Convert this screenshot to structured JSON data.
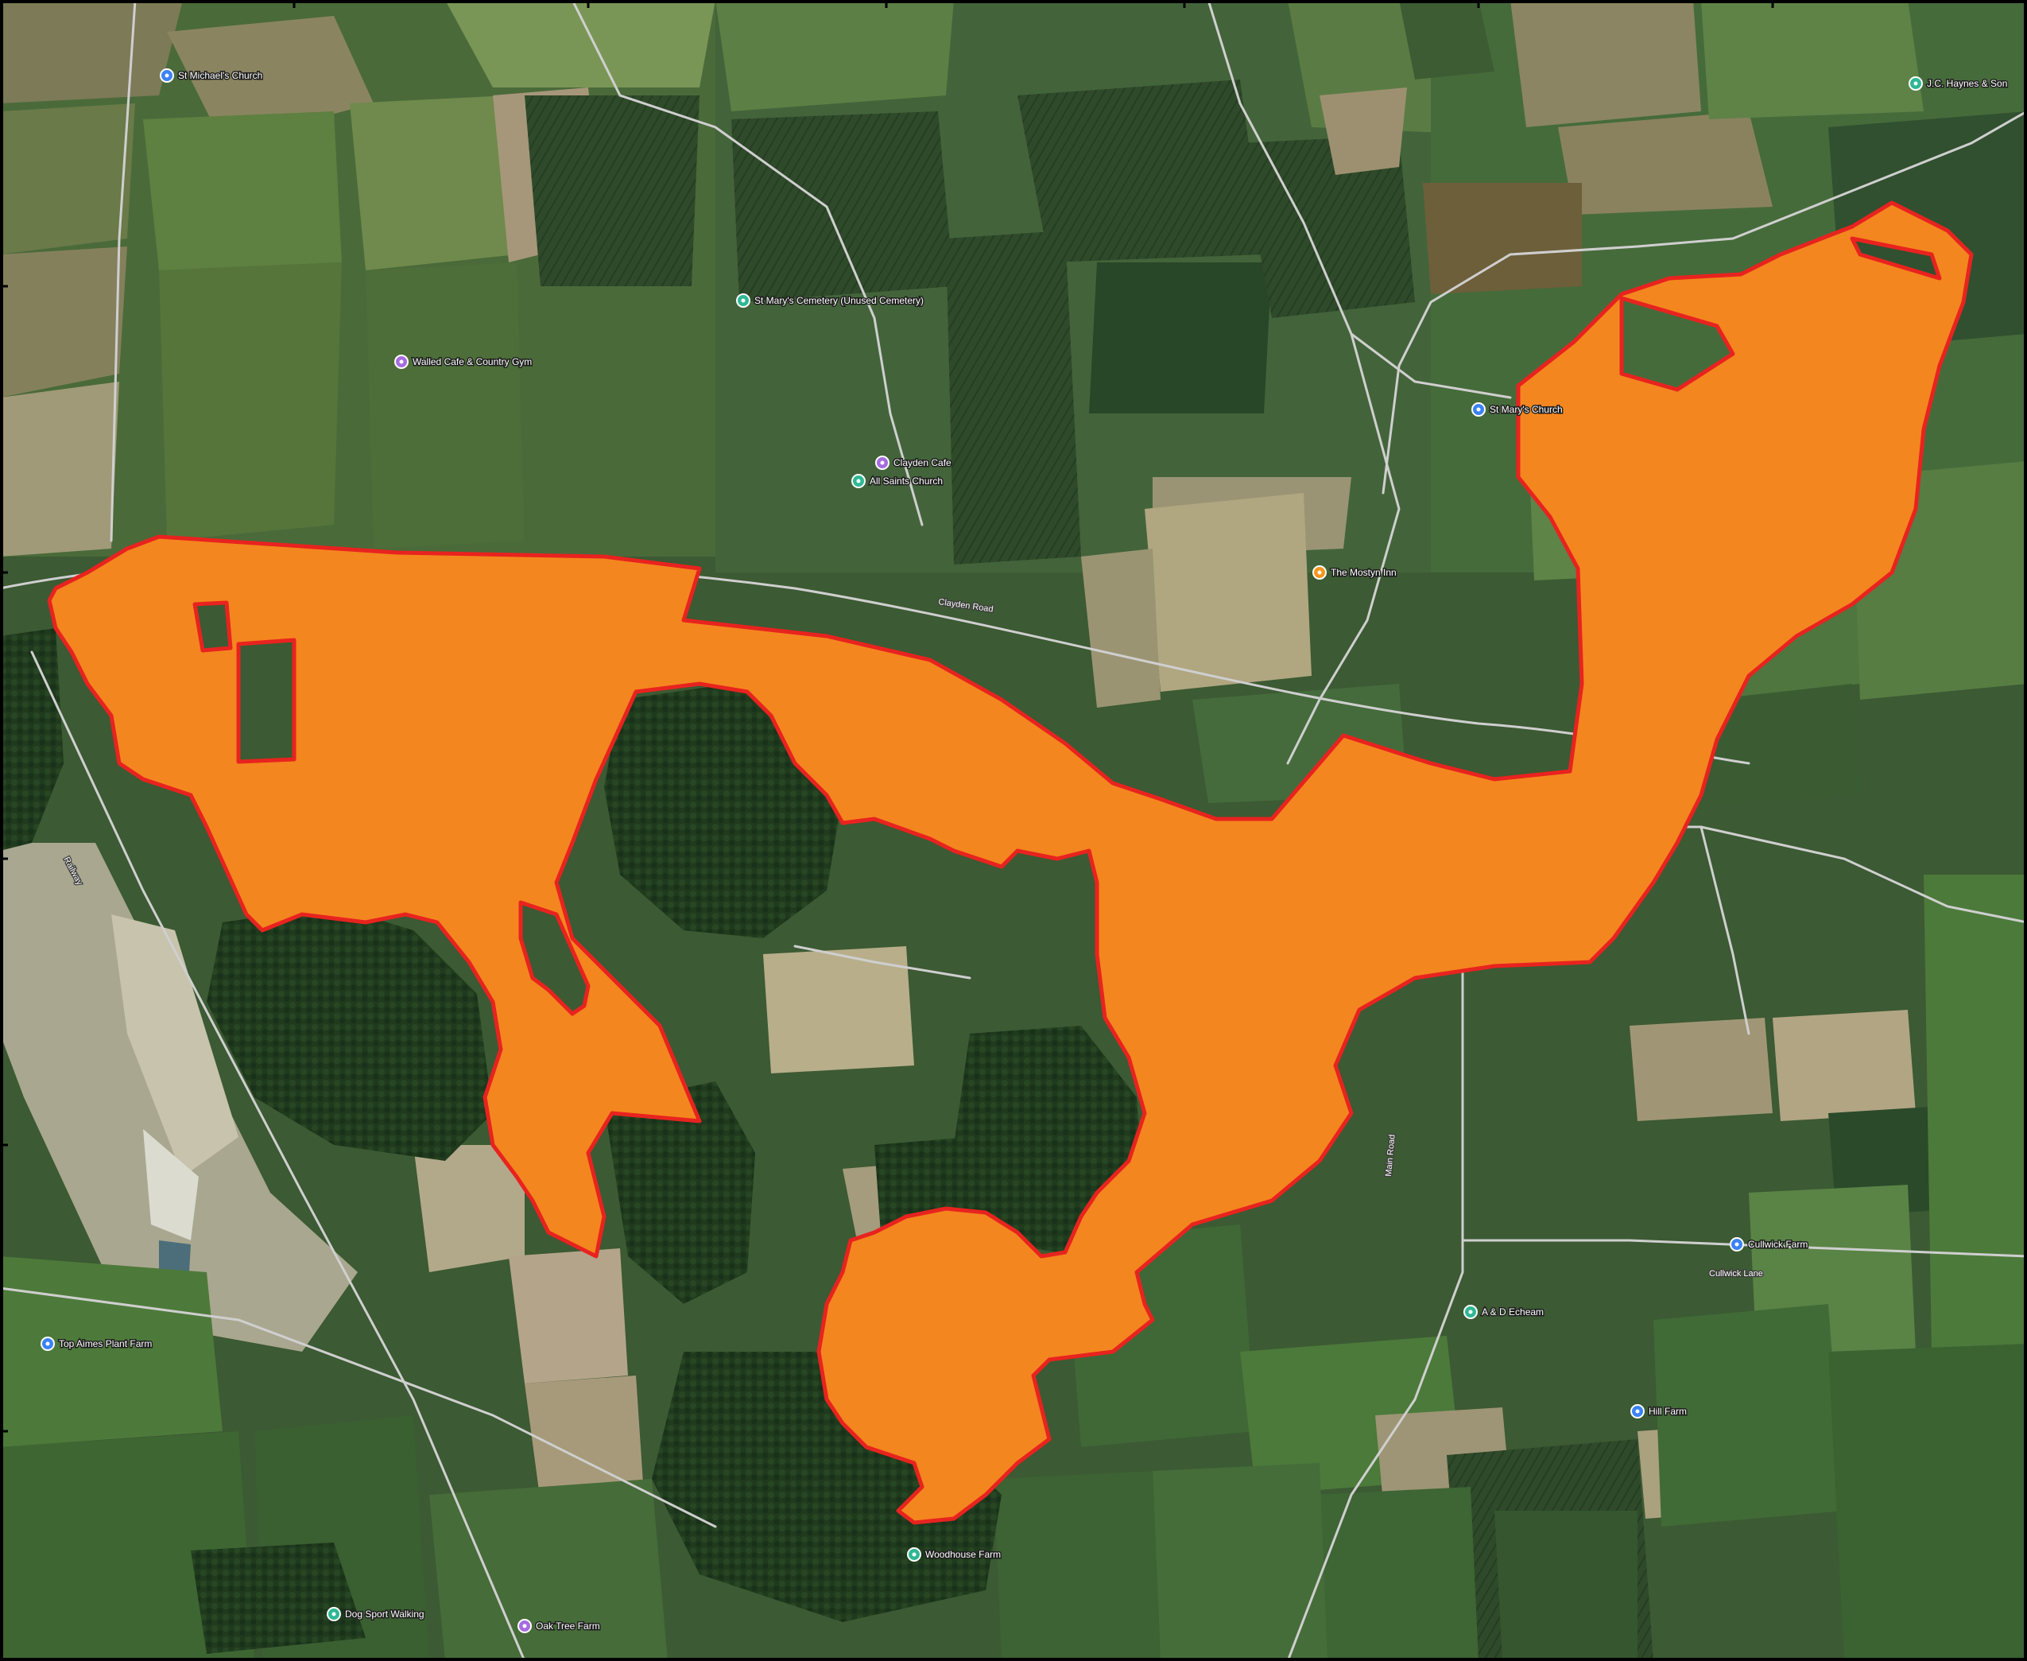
{
  "map": {
    "type": "satellite-site-boundary",
    "colors": {
      "site_fill": "#F4861F",
      "site_outline": "#E8231F",
      "frame": "#000000",
      "pin_green": "#2FB893",
      "pin_blue": "#3B82F6",
      "pin_purple": "#A66CE0",
      "pin_orange": "#F4961F"
    },
    "pois": [
      {
        "label": "St Michael's Church",
        "icon": "blue-pin-icon"
      },
      {
        "label": "St Mary's Cemetery (Unused Cemetery)",
        "icon": "green-pin-icon"
      },
      {
        "label": "Walled Cafe & Country Gym",
        "icon": "purple-pin-icon"
      },
      {
        "label": "Clayden Cafe",
        "icon": "purple-pin-icon"
      },
      {
        "label": "All Saints Church",
        "icon": "green-pin-icon"
      },
      {
        "label": "St Mary's Church",
        "icon": "blue-pin-icon"
      },
      {
        "label": "The Mostyn Inn",
        "icon": "orange-pin-icon"
      },
      {
        "label": "J.C. Haynes & Son",
        "icon": "green-pin-icon"
      },
      {
        "label": "A & D Echeam",
        "icon": "green-pin-icon"
      },
      {
        "label": "Top Aimes Plant Farm",
        "icon": "blue-pin-icon"
      },
      {
        "label": "Dog Sport Walking",
        "icon": "green-pin-icon"
      },
      {
        "label": "Oak Tree Farm",
        "icon": "purple-pin-icon"
      },
      {
        "label": "Cullwick Farm",
        "icon": "blue-pin-icon"
      },
      {
        "label": "Hill Farm",
        "icon": "blue-pin-icon"
      },
      {
        "label": "Woodhouse Farm",
        "icon": "green-pin-icon"
      }
    ]
  }
}
